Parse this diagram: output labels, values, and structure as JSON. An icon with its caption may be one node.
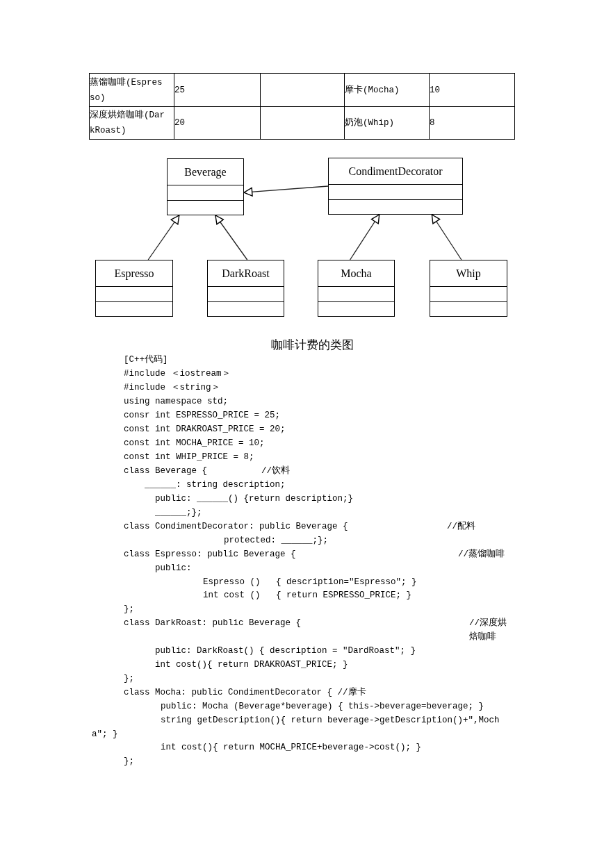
{
  "diagram": {
    "caption": "咖啡计费的类图",
    "nodes": [
      {
        "text": [
          "Beverage"
        ]
      },
      {
        "text": [
          "CondimentDecorator"
        ]
      },
      {
        "text": [
          "Espresso"
        ]
      },
      {
        "text": [
          "DarkRoast"
        ]
      },
      {
        "text": [
          "Mocha"
        ]
      },
      {
        "text": [
          "Whip"
        ]
      }
    ],
    "edges": [
      {
        "from": 2,
        "to": 0,
        "arrow": "to"
      },
      {
        "from": 3,
        "to": 0,
        "arrow": "to"
      },
      {
        "from": 1,
        "to": 0,
        "arrow": "to"
      },
      {
        "from": 4,
        "to": 1,
        "arrow": "to"
      },
      {
        "from": 5,
        "to": 1,
        "arrow": "to"
      }
    ],
    "labels": [
      "蒸馏咖啡(Espresso)",
      "25",
      "摩卡(Mocha)",
      "10",
      "深度烘焙咖啡(DarkRoast)",
      "20",
      "奶泡(Whip)",
      "8",
      "[C++代码]",
      "#include ＜iostream＞",
      "#include ＜string＞",
      "using namespace std;",
      "consr int ESPRESSO_PRICE = 25;",
      "const int DRAKROAST_PRICE = 20;",
      "const int MOCHA_PRICE = 10;",
      "const int WHIP_PRICE = 8;",
      "class Beverage {",
      "//饮料",
      "______: string description;",
      "public: ______() {return description;}",
      "______;};",
      "class CondimentDecorator: public Beverage {",
      "//配料",
      "protected: ______;};",
      "class Espresso: public Beverage {",
      "//蒸馏咖啡",
      "public:",
      "Espresso ()   { description=\"Espresso\"; }",
      "int cost ()   { return ESPRESSO_PRICE; }",
      "};",
      "class DarkRoast: public Beverage {",
      "//深度烘焙咖啡",
      "public: DarkRoast() { description = \"DardRoast\"; }",
      "int cost(){ return DRAKROAST_PRICE; }",
      "};",
      "class Mocha: public CondimentDecorator { //摩卡",
      "public: Mocha (Beverage*beverage) { this->beverage=beverage; }",
      "string getDescription(){ return beverage->getDescription()+\",Mocha\"; }",
      "int cost(){ return MOCHA_PRICE+beverage->cost(); }",
      "};"
    ]
  }
}
